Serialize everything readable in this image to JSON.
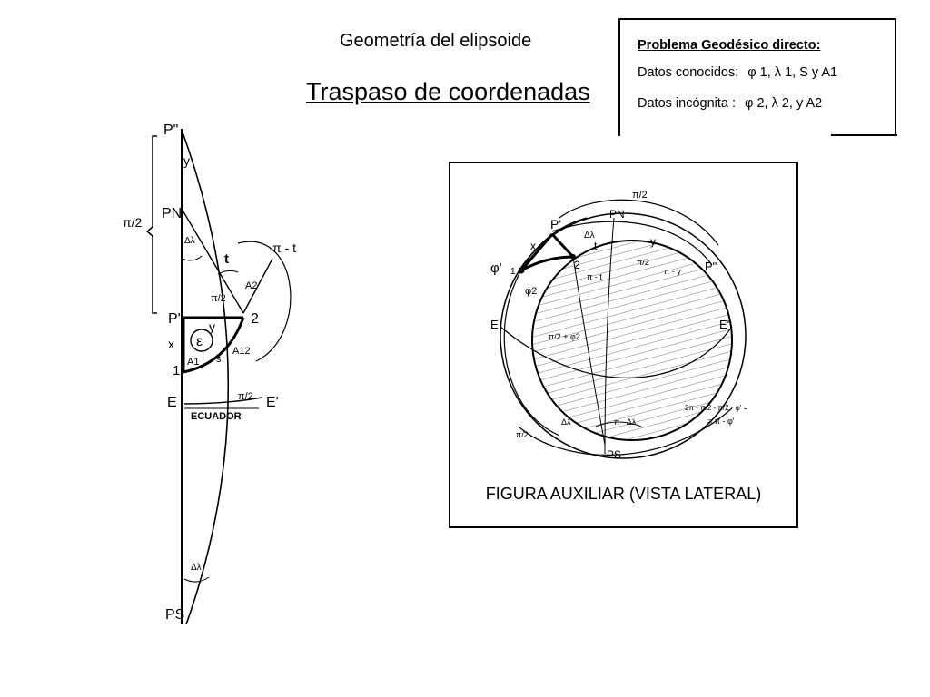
{
  "header": {
    "subtitle": "Geometría del elipsoide",
    "title": "Traspaso de coordenadas"
  },
  "infobox": {
    "title": "Problema Geodésico directo:",
    "known_label": "Datos conocidos:",
    "known_values": "φ 1, λ 1, S y A1",
    "unknown_label": "Datos incógnita :",
    "unknown_values": "φ 2, λ 2, y A2"
  },
  "left_figure": {
    "labels": {
      "p_double": "P\"",
      "p_north": "PN",
      "p_prime": "P'",
      "p_south": "PS",
      "e_left": "E",
      "e_right": "E'",
      "equator": "ECUADOR",
      "pi_half": "π/2",
      "pi_half_small": "π/2",
      "pi_half_equator": "π/2",
      "pi_minus_t": "π - t",
      "y_top": "y",
      "y_mid": "y",
      "x": "x",
      "t": "t",
      "delta_lambda_top": "Δλ",
      "delta_lambda_bottom": "Δλ",
      "a1": "A1",
      "a2": "A2",
      "a12": "A12",
      "s": "s",
      "epsilon": "ε",
      "point_1": "1",
      "point_2": "2"
    }
  },
  "aux_figure": {
    "caption": "FIGURA AUXILIAR (VISTA LATERAL)",
    "labels": {
      "pi_half_top": "π/2",
      "p_prime": "P'",
      "p_north": "PN",
      "delta_lambda": "Δλ",
      "t": "t",
      "x": "x",
      "y": "y",
      "phi_prime": "φ'",
      "point_1": "1",
      "point_2": "2",
      "phi2": "φ2",
      "pi_minus_t": "π - t",
      "pi_half_mid": "π/2",
      "pi_minus_y": "π - y",
      "p_double": "P\"",
      "e_left": "E",
      "e_right": "E'",
      "pi_half_plus_phi2": "π/2 + φ2",
      "formula_line1": "2π - π/2 - π/2 - φ' =",
      "formula_line2": "= π - φ'",
      "delta_lambda_bottom": "Δλ",
      "pi_minus_delta_lambda": "π - Δλ",
      "pi_half_bottom": "π/2",
      "p_south": "PS"
    }
  }
}
